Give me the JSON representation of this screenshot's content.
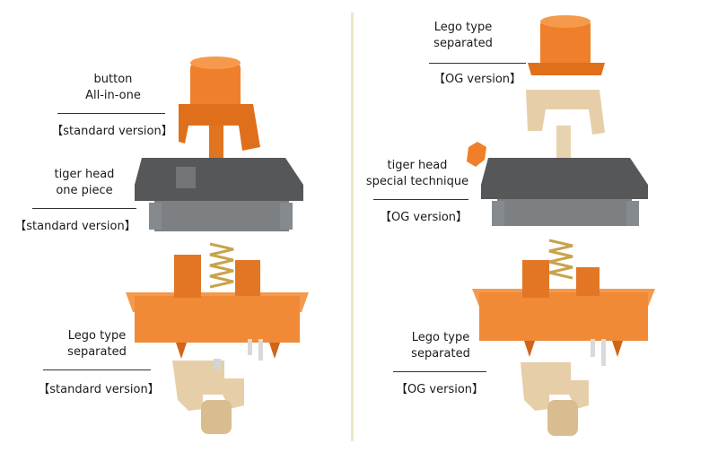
{
  "colors": {
    "stem_orange": "#ef7f2a",
    "housing_orange": "#f08a36",
    "housing_smoke": "#5a5c60",
    "beige_pole": "#e6cfa8",
    "spring_gold": "#c9a24a",
    "divider": "#ece7c6"
  },
  "left": {
    "stem_label": {
      "line1": "button",
      "line2": "All-in-one",
      "version": "【standard version】"
    },
    "top_label": {
      "line1": "tiger head",
      "line2": "one piece",
      "version": "【standard version】"
    },
    "pole_label": {
      "line1": "Lego type",
      "line2": "separated",
      "version": "【standard version】"
    }
  },
  "right": {
    "stem_label": {
      "line1": "Lego type",
      "line2": "separated",
      "version": "【OG version】"
    },
    "top_label": {
      "line1": "tiger head",
      "line2": "special technique",
      "version": "【OG version】"
    },
    "pole_label": {
      "line1": "Lego type",
      "line2": "separated",
      "version": "【OG version】"
    }
  }
}
